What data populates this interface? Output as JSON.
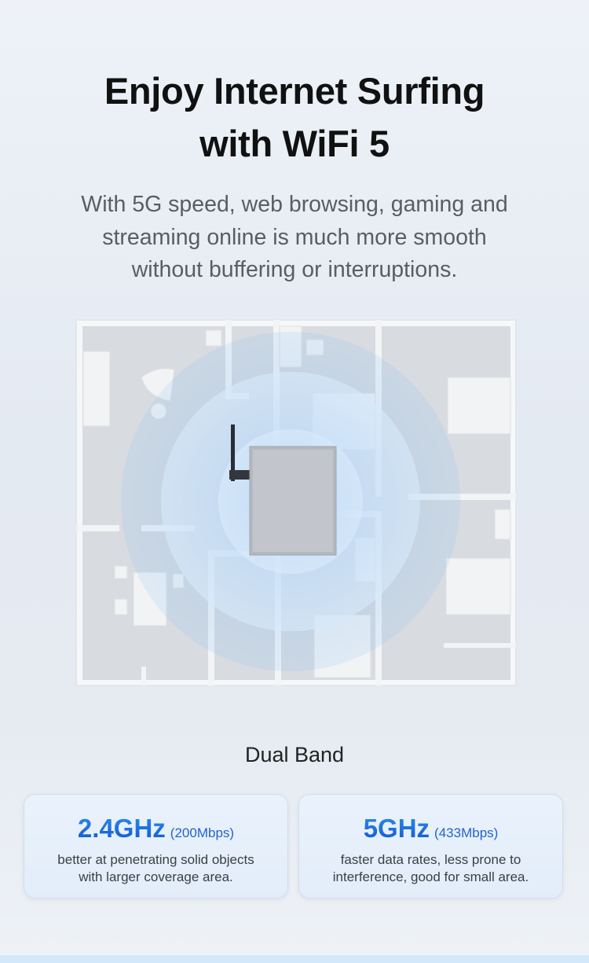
{
  "headline": {
    "line1": "Enjoy Internet Surfing",
    "line2": "with WiFi 5"
  },
  "subtitle": {
    "line1": "With 5G speed, web browsing, gaming and",
    "line2": "streaming online is much more smooth",
    "line3": "without buffering or interruptions."
  },
  "section_label": "Dual Band",
  "bands": [
    {
      "name": "2.4GHz",
      "speed": "(200Mbps)",
      "desc1": "better at penetrating solid objects",
      "desc2": "with larger coverage area."
    },
    {
      "name": "5GHz",
      "speed": "(433Mbps)",
      "desc1": "faster data rates, less prone to",
      "desc2": "interference, good for small area."
    }
  ],
  "colors": {
    "accent": "#1b6ee0",
    "signal": "#4a9be8"
  }
}
